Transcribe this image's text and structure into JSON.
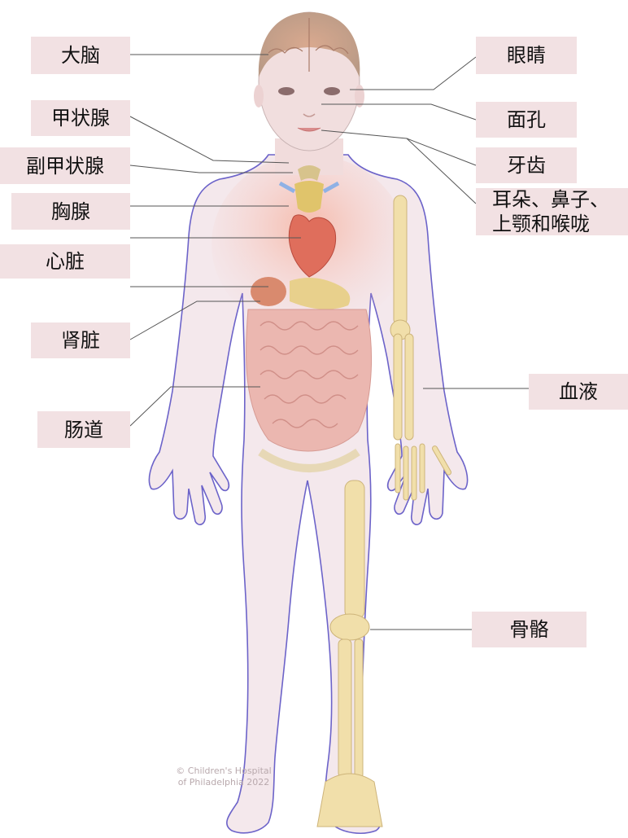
{
  "labels_left": [
    {
      "id": "brain",
      "text": "大脑"
    },
    {
      "id": "thyroid",
      "text": "甲状腺"
    },
    {
      "id": "parathyroid",
      "text": "副甲状腺"
    },
    {
      "id": "thymus",
      "text": "胸腺"
    },
    {
      "id": "heart",
      "text": "心脏"
    },
    {
      "id": "kidney",
      "text": "肾脏"
    },
    {
      "id": "intestine",
      "text": "肠道"
    }
  ],
  "labels_right": [
    {
      "id": "eyes",
      "text": "眼睛"
    },
    {
      "id": "face",
      "text": "面孔"
    },
    {
      "id": "teeth",
      "text": "牙齿"
    },
    {
      "id": "ent",
      "line1": "耳朵、鼻子、",
      "line2": "上颚和喉咙"
    },
    {
      "id": "blood",
      "text": "血液"
    },
    {
      "id": "bones",
      "text": "骨骼"
    }
  ],
  "watermark": {
    "line1": "© Children's Hospital",
    "line2": "of Philadelphia 2022"
  },
  "colors": {
    "label_bg": "#f2e1e3",
    "skin": "#f3e6ea",
    "outline": "#6c63c9",
    "bone": "#f1dfaa",
    "organ": "#e98a7c",
    "leader": "#555555"
  }
}
